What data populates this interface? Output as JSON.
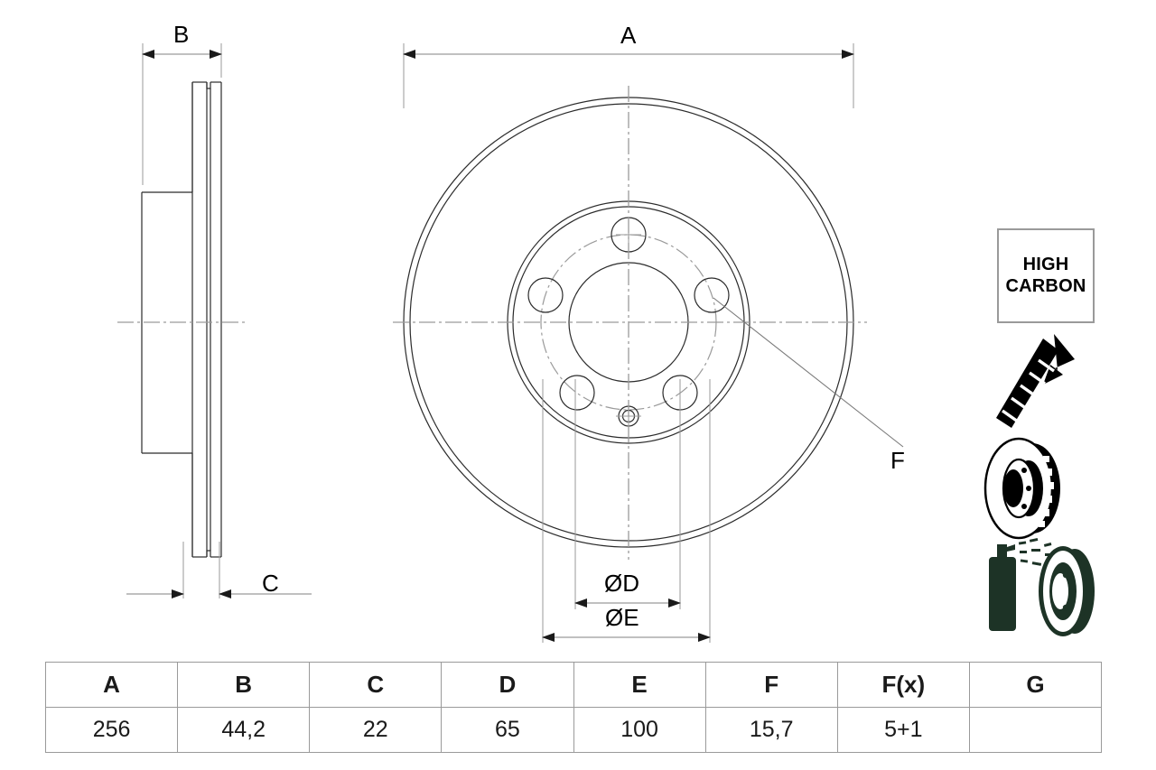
{
  "document": {
    "type": "technical-drawing",
    "subject": "brake-disc"
  },
  "dimension_labels": {
    "a": "A",
    "b": "B",
    "c": "C",
    "d": "ØD",
    "e": "ØE",
    "f": "F"
  },
  "badge": {
    "line1": "HIGH",
    "line2": "CARBON"
  },
  "icons": {
    "screw": "screw-icon",
    "vented_disc": "vented-brake-disc-icon",
    "coating_spray": "coating-spray-disc-icon",
    "coating_color": "#1d3326"
  },
  "spec_table": {
    "headers": [
      "A",
      "B",
      "C",
      "D",
      "E",
      "F",
      "F(x)",
      "G"
    ],
    "values": [
      "256",
      "44,2",
      "22",
      "65",
      "100",
      "15,7",
      "5+1",
      ""
    ]
  },
  "chart_data": {
    "type": "table",
    "title": "",
    "categories": [
      "A",
      "B",
      "C",
      "D",
      "E",
      "F",
      "F(x)",
      "G"
    ],
    "values": [
      "256",
      "44,2",
      "22",
      "65",
      "100",
      "15,7",
      "5+1",
      ""
    ]
  },
  "colors": {
    "line": "#2b2b2b",
    "dim_line": "#9a9a9a",
    "center_line": "#9a9a9a",
    "table_border": "#9a9a9a"
  }
}
